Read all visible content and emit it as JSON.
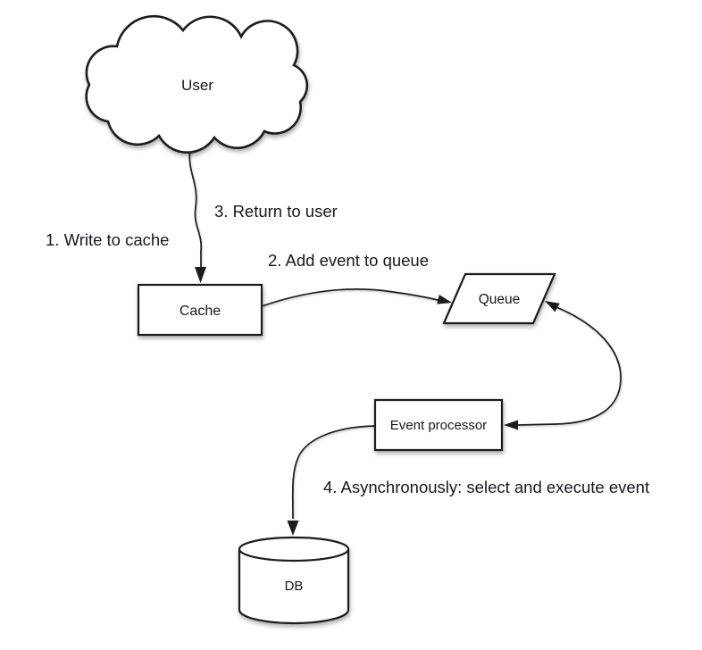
{
  "diagram": {
    "description": "Write-back cache with asynchronous queue processing flow diagram",
    "colors": {
      "background": "#ffffff",
      "stroke": "#1c1c1c",
      "text": "#15181e"
    },
    "nodes": {
      "user": {
        "label": "User",
        "shape": "cloud"
      },
      "cache": {
        "label": "Cache",
        "shape": "rectangle"
      },
      "queue": {
        "label": "Queue",
        "shape": "parallelogram"
      },
      "event_processor": {
        "label": "Event processor",
        "shape": "rectangle"
      },
      "db": {
        "label": "DB",
        "shape": "cylinder"
      }
    },
    "edge_labels": {
      "write_to_cache": "1. Write to cache",
      "add_event_to_queue": "2. Add event to queue",
      "return_to_user": "3. Return to user",
      "async_execute": "4. Asynchronously: select and execute event"
    }
  }
}
